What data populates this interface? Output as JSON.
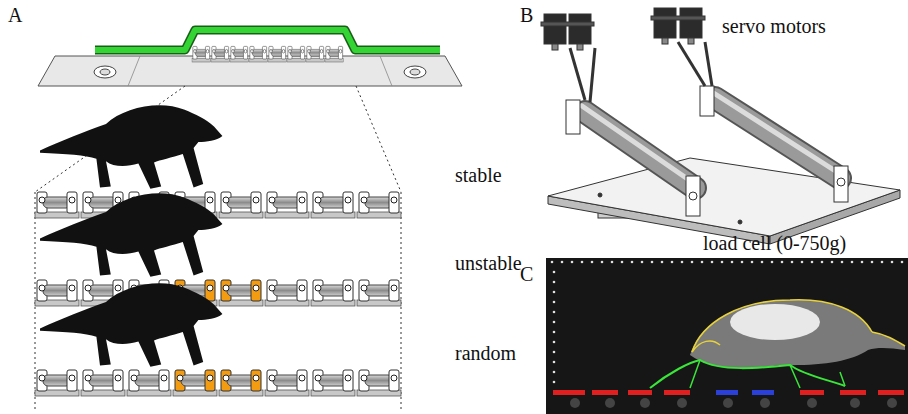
{
  "diagram": {
    "labels": [
      "A",
      "stable",
      "unstable",
      "random",
      "B",
      "servo motors",
      "load cell (0-750g)",
      "C"
    ]
  }
}
